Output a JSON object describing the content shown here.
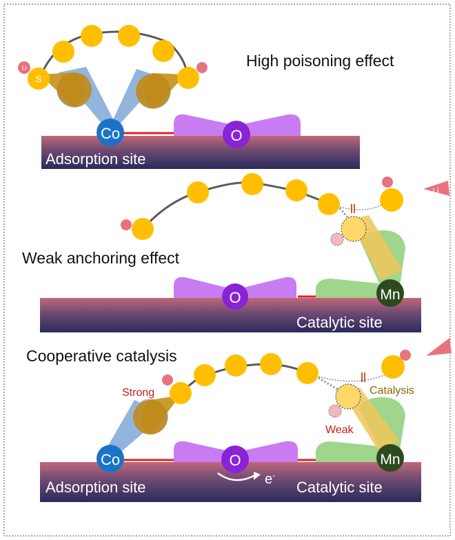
{
  "colors": {
    "sulfur": "#ffbf00",
    "sulfur_stroke": "#d9a000",
    "chain": "#5a5a5a",
    "lithium": "#e8737d",
    "cobalt": "#1a73c7",
    "oxygen": "#8a22d8",
    "oxygen_lobe": "#c97cf2",
    "manganese": "#2d4a1e",
    "mn_lobe": "#9fd58d",
    "bond_red": "#e02020",
    "substrate_top": "#c0687a",
    "substrate_bottom": "#2b2a5c",
    "text_red": "#c41d1d",
    "text_gold": "#8a6a00",
    "text_white": "#ffffff"
  },
  "panel1": {
    "title": "High poisoning effect",
    "substrate_label": "Adsorption site",
    "co_label": "Co",
    "o_label": "O",
    "s_label": "S",
    "li_label": "Li"
  },
  "panel2": {
    "title": "Weak anchoring effect",
    "substrate_label": "Catalytic site",
    "o_label": "O",
    "mn_label": "Mn",
    "li_label": "Li"
  },
  "panel3": {
    "title": "Cooperative catalysis",
    "left_substrate_label": "Adsorption site",
    "right_substrate_label": "Catalytic site",
    "co_label": "Co",
    "o_label": "O",
    "mn_label": "Mn",
    "strong_label": "Strong",
    "weak_label": "Weak",
    "catalysis_label": "Catalysis",
    "electron_label": "e",
    "electron_sup": "-"
  }
}
